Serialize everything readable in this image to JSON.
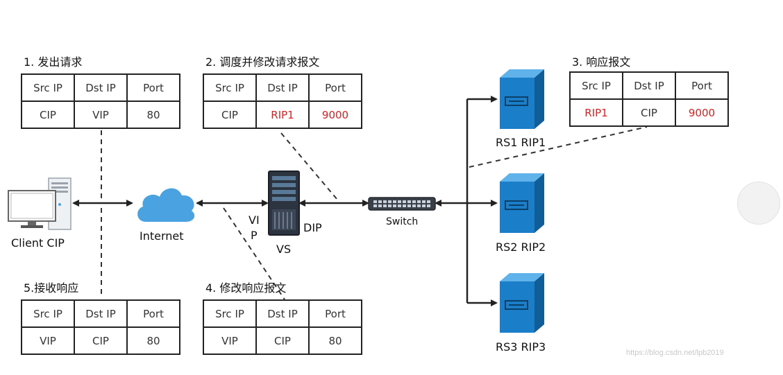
{
  "steps": {
    "s1": {
      "title": "1. 发出请求",
      "headers": [
        "Src IP",
        "Dst IP",
        "Port"
      ],
      "values": [
        "CIP",
        "VIP",
        "80"
      ]
    },
    "s2": {
      "title": "2. 调度并修改请求报文",
      "headers": [
        "Src IP",
        "Dst IP",
        "Port"
      ],
      "values": [
        "CIP",
        "RIP1",
        "9000"
      ]
    },
    "s3": {
      "title": "3. 响应报文",
      "headers": [
        "Src IP",
        "Dst IP",
        "Port"
      ],
      "values": [
        "RIP1",
        "CIP",
        "9000"
      ]
    },
    "s4": {
      "title": "4. 修改响应报文",
      "headers": [
        "Src IP",
        "Dst IP",
        "Port"
      ],
      "values": [
        "VIP",
        "CIP",
        "80"
      ]
    },
    "s5": {
      "title": "5.接收响应",
      "headers": [
        "Src IP",
        "Dst IP",
        "Port"
      ],
      "values": [
        "VIP",
        "CIP",
        "80"
      ]
    }
  },
  "nodes": {
    "client": "Client CIP",
    "internet": "Internet",
    "vip_line1": "VI",
    "vip_line2": "P",
    "dip": "DIP",
    "vs": "VS",
    "switch": "Switch",
    "rs1": "RS1 RIP1",
    "rs2": "RS2 RIP2",
    "rs3": "RS3 RIP3"
  },
  "colors": {
    "highlight": "#e02020",
    "server_blue": "#1a7fc8",
    "cloud_blue": "#4aa3e0"
  },
  "watermark": "https://blog.csdn.net/lpb2019"
}
